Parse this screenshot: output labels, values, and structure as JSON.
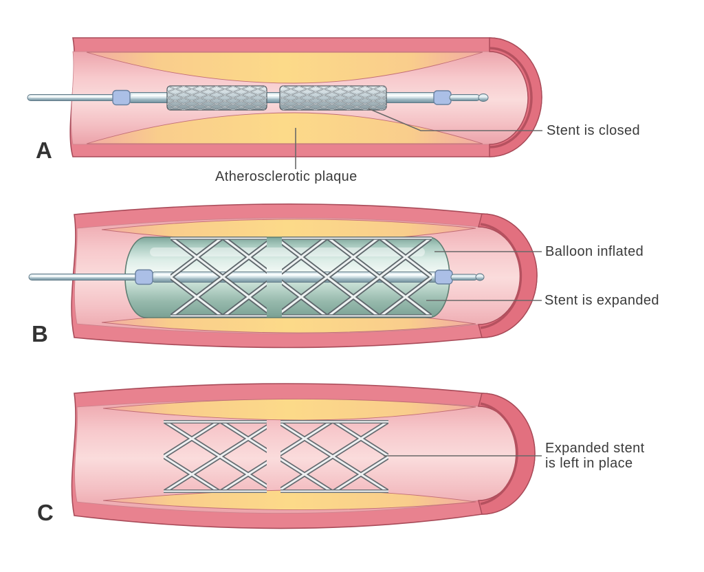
{
  "figure": {
    "panels": [
      {
        "letter": "A",
        "callouts": {
          "stent_closed": "Stent is closed",
          "plaque": "Atherosclerotic plaque"
        }
      },
      {
        "letter": "B",
        "callouts": {
          "balloon": "Balloon inflated",
          "stent_expanded": "Stent is expanded"
        }
      },
      {
        "letter": "C",
        "callouts": {
          "stent_left_line1": "Expanded stent",
          "stent_left_line2": "is left in place"
        }
      }
    ],
    "colors": {
      "background": "#ffffff",
      "artery_wall": "#e8828f",
      "artery_edge": "#a84a58",
      "artery_end_cap": "#e2707f",
      "lumen": "#fadcdc",
      "plaque": "#fcda89",
      "balloon": "#a9cabf",
      "catheter": "#a9bfc8",
      "marker_band": "#abbfe6",
      "stent_wire": "#5f686d",
      "label_text": "#3a3a3a",
      "leader_line": "#686868"
    }
  }
}
